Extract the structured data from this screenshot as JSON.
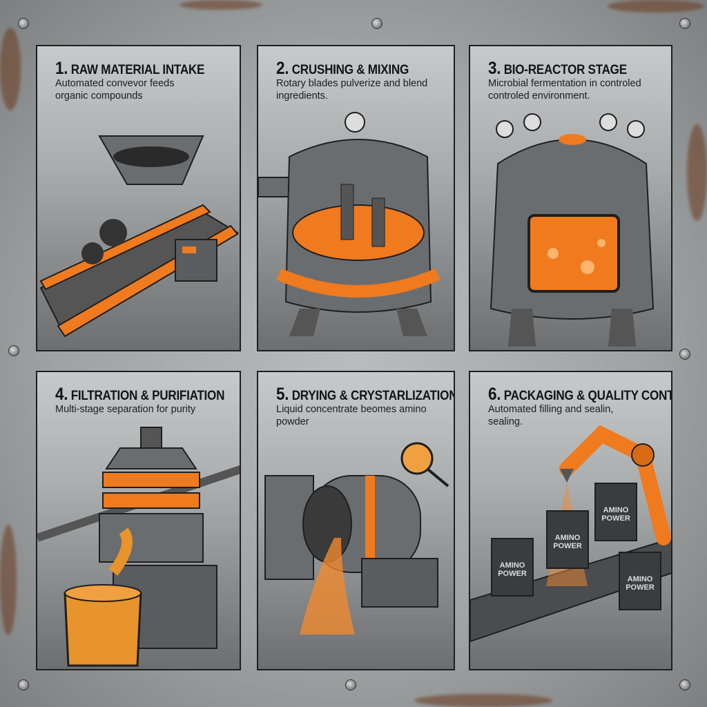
{
  "panels": [
    {
      "number": "1.",
      "title": "RAW MATERIAL INTAKE",
      "description": "Automated convevor feeds organic compounds"
    },
    {
      "number": "2.",
      "title": "CRUSHING & MIXING",
      "description": "Rotary blades pulverize and blend ingredients."
    },
    {
      "number": "3.",
      "title": "BIO-REACTOR STAGE",
      "description": "Microbial fermentation in controled controled environment."
    },
    {
      "number": "4.",
      "title": "FILTRATION & PURIFIATION",
      "description": "Multi-stage separation for purity"
    },
    {
      "number": "5.",
      "title": "DRYING & CRYSTARLIZATION",
      "description": "Liquid concentrate beomes amino powder"
    },
    {
      "number": "6.",
      "title": "PACKAGING & QUALITY CONTROL",
      "description": "Automated filling and sealin, sealing."
    }
  ],
  "bag_label": "AMINO POWER",
  "colors": {
    "accent": "#f07a1e",
    "steel": "#6a6d70",
    "outline": "#1e1e1e",
    "background": "#a4a7a8"
  }
}
